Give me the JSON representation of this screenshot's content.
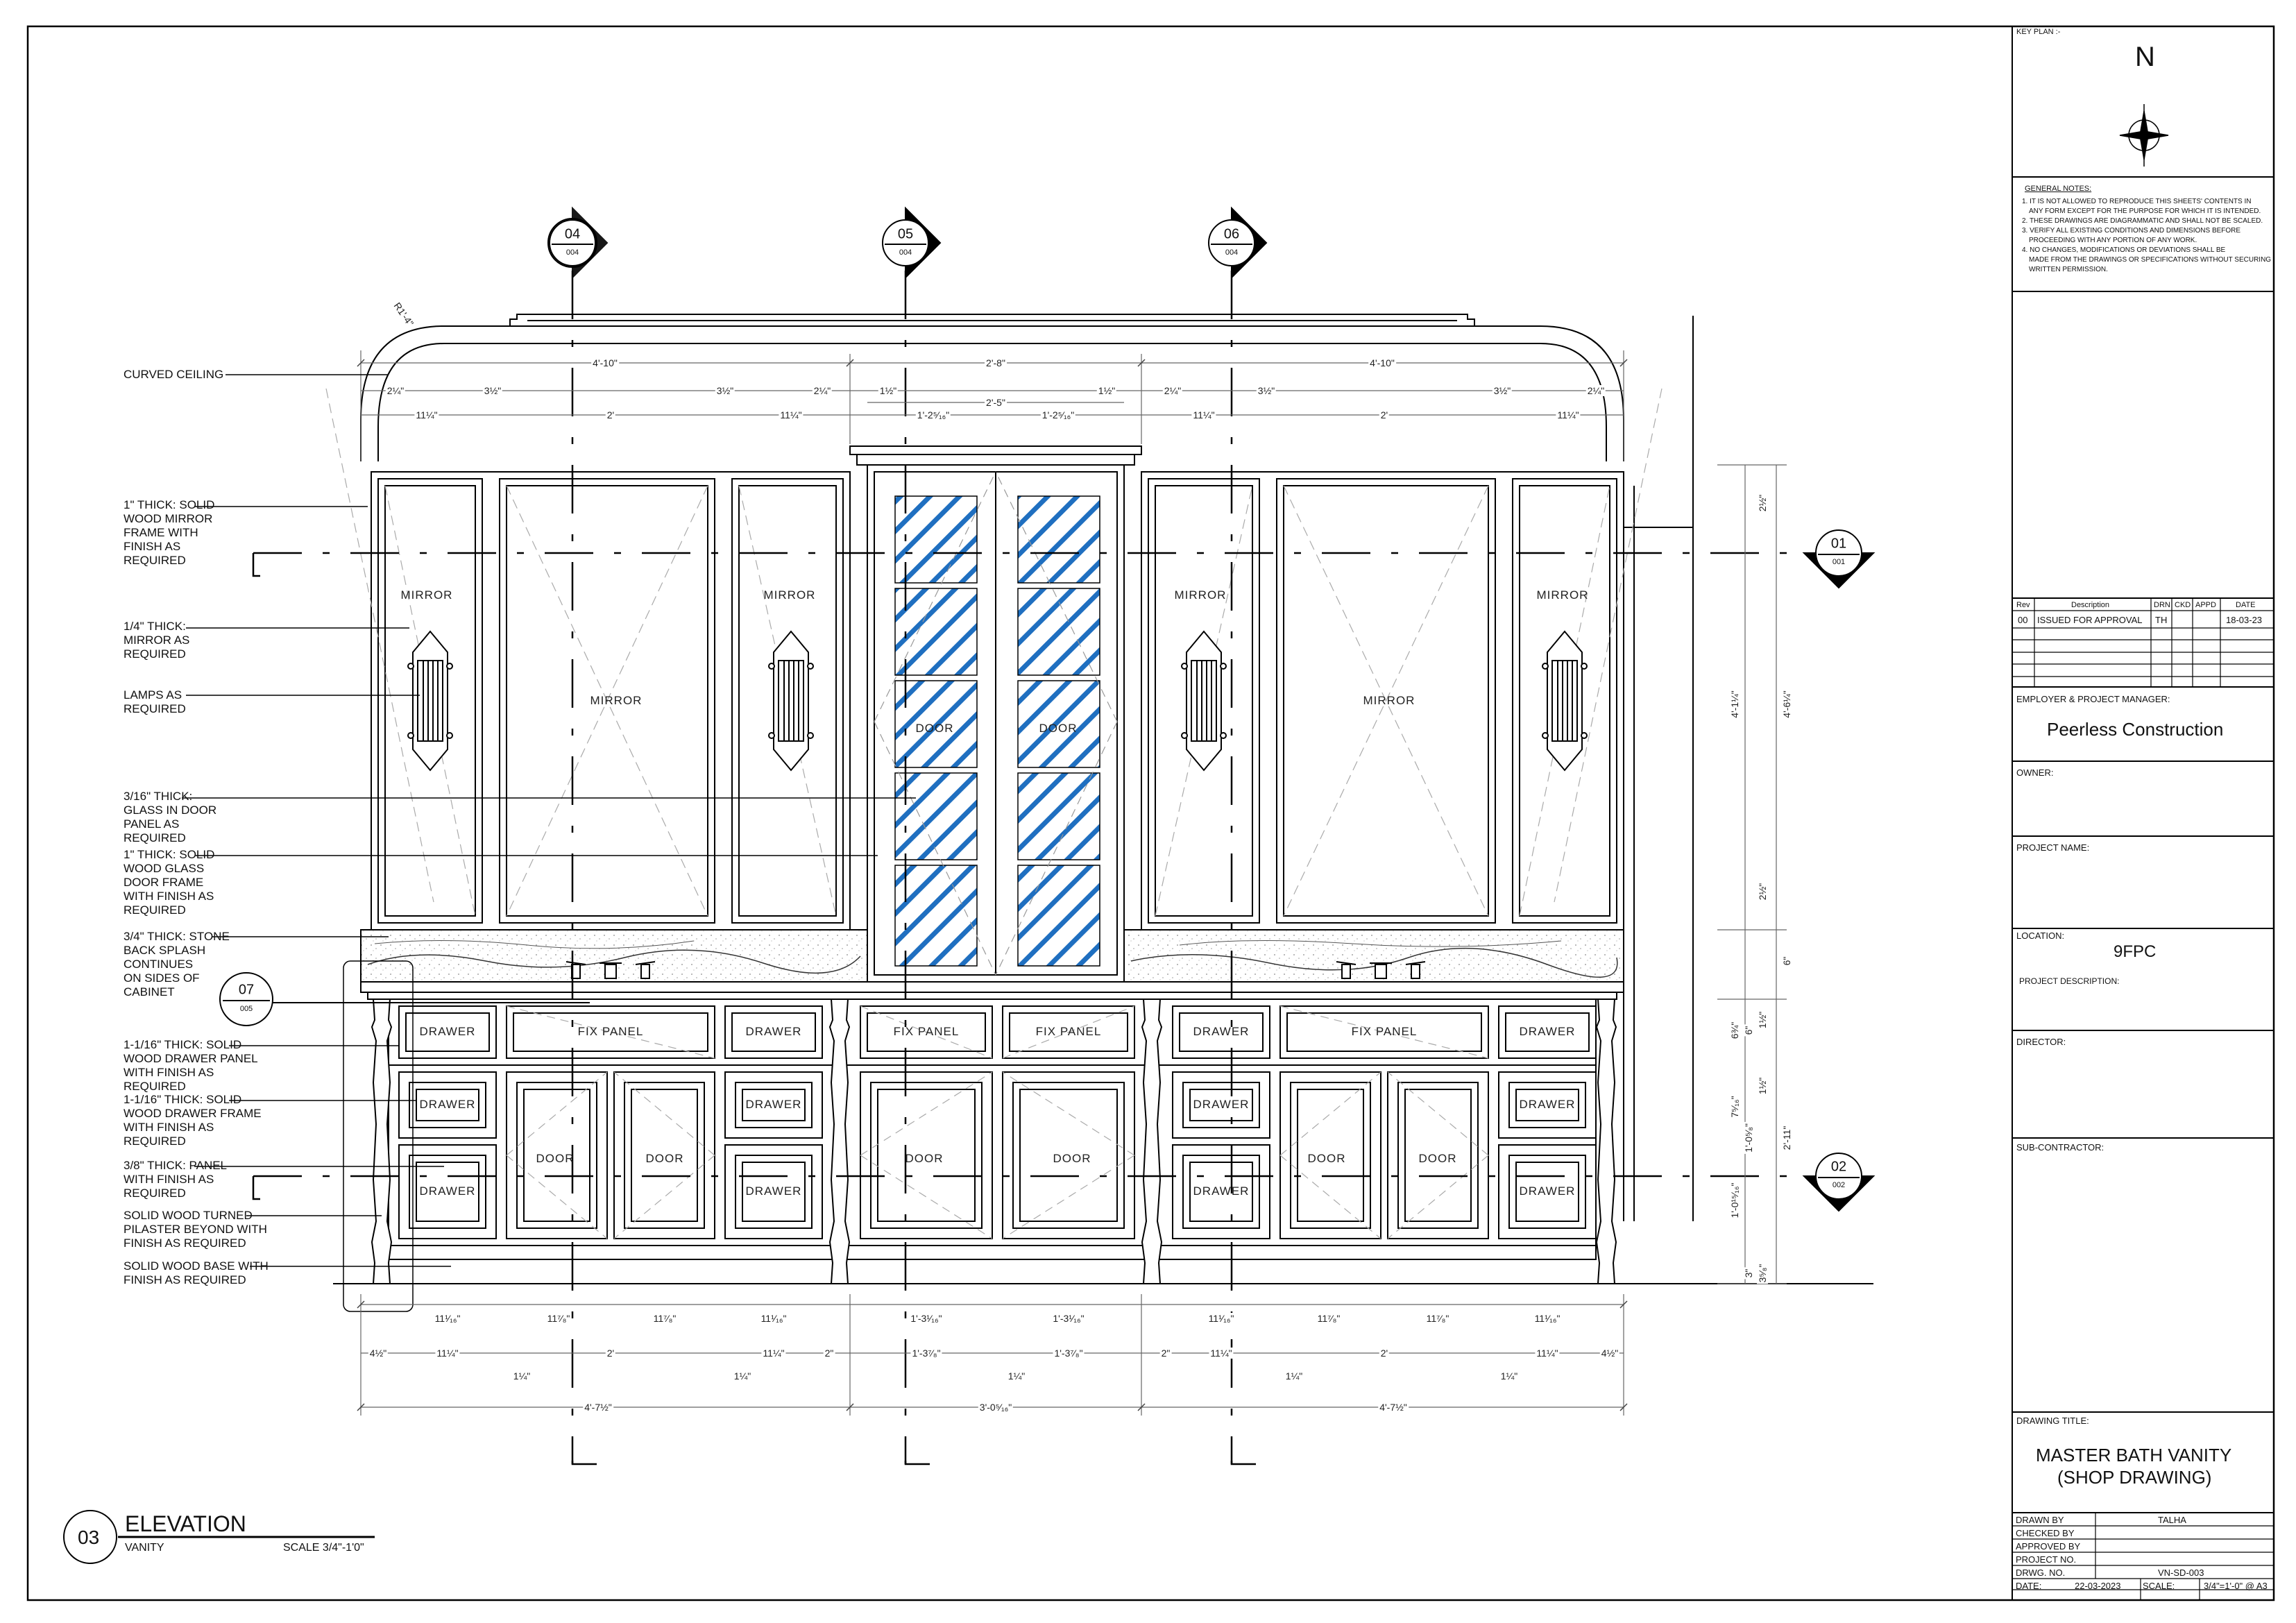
{
  "title_block": {
    "key_plan_label": "KEY PLAN :-",
    "north_label": "N",
    "general_notes_title": "GENERAL NOTES:",
    "general_notes": [
      "1. IT IS NOT ALLOWED TO REPRODUCE THIS SHEETS' CONTENTS IN",
      "ANY FORM EXCEPT FOR THE PURPOSE FOR WHICH IT IS INTENDED.",
      "2. THESE DRAWINGS ARE DIAGRAMMATIC AND SHALL NOT BE SCALED.",
      "3. VERIFY ALL EXISTING CONDITIONS AND DIMENSIONS BEFORE",
      "PROCEEDING WITH ANY PORTION OF ANY WORK.",
      "4. NO CHANGES, MODIFICATIONS OR DEVIATIONS SHALL BE",
      "MADE FROM THE DRAWINGS OR SPECIFICATIONS WITHOUT SECURING",
      "WRITTEN PERMISSION."
    ],
    "revision_headers": [
      "Rev",
      "Description",
      "DRN",
      "CKD",
      "APPD",
      "DATE"
    ],
    "revision_rows": [
      [
        "00",
        "ISSUED FOR APPROVAL",
        "TH",
        "",
        "",
        "18-03-23"
      ]
    ],
    "employer_label": "EMPLOYER & PROJECT MANAGER:",
    "employer_value": "Peerless Construction",
    "owner_label": "OWNER:",
    "project_name_label": "PROJECT NAME:",
    "location_label": "LOCATION:",
    "location_value": "9FPC",
    "project_description_label": "PROJECT DESCRIPTION:",
    "director_label": "DIRECTOR:",
    "subcontractor_label": "SUB-CONTRACTOR:",
    "drawing_title_label": "DRAWING TITLE:",
    "drawing_title_line1": "MASTER BATH VANITY",
    "drawing_title_line2": "(SHOP DRAWING)",
    "drawn_by_label": "DRAWN BY",
    "drawn_by_value": "TALHA",
    "checked_by_label": "CHECKED BY",
    "approved_by_label": "APPROVED BY",
    "project_no_label": "PROJECT NO.",
    "drwg_no_label": "DRWG. NO.",
    "drwg_no_value": "VN-SD-003",
    "date_label": "DATE:",
    "date_value": "22-03-2023",
    "scale_label": "SCALE:",
    "scale_value": "3/4\"=1'-0\" @ A3"
  },
  "drawing": {
    "callout_number": "03",
    "title": "ELEVATION",
    "subtitle": "VANITY",
    "scale": "SCALE 3/4\"-1'0\"",
    "section_markers": [
      {
        "num": "04",
        "ref": "004"
      },
      {
        "num": "05",
        "ref": "004"
      },
      {
        "num": "06",
        "ref": "004"
      },
      {
        "num": "01",
        "ref": "001"
      },
      {
        "num": "02",
        "ref": "002"
      },
      {
        "num": "07",
        "ref": "005"
      }
    ],
    "notes": [
      "CURVED CEILING",
      "1\" THICK: SOLID\nWOOD MIRROR\nFRAME WITH\nFINISH AS\nREQUIRED",
      "1/4\" THICK:\nMIRROR AS\nREQUIRED",
      "LAMPS AS\nREQUIRED",
      "3/16\" THICK:\nGLASS IN DOOR\nPANEL AS\nREQUIRED",
      "1\" THICK: SOLID\nWOOD GLASS\nDOOR FRAME\nWITH FINISH AS\nREQUIRED",
      "3/4\" THICK: STONE\nBACK SPLASH\nCONTINUES\nON SIDES OF\nCABINET",
      "1-1/16\" THICK: SOLID\nWOOD DRAWER PANEL\nWITH FINISH AS\nREQUIRED",
      "1-1/16\" THICK: SOLID\nWOOD DRAWER FRAME\nWITH FINISH AS\nREQUIRED",
      "3/8\" THICK: PANEL\nWITH FINISH AS\nREQUIRED",
      "SOLID WOOD TURNED\nPILASTER BEYOND WITH\nFINISH AS REQUIRED",
      "SOLID WOOD BASE WITH\nFINISH AS REQUIRED"
    ],
    "labels": {
      "mirror": "MIRROR",
      "door": "DOOR",
      "drawer": "DRAWER",
      "fix_panel": "FIX PANEL"
    },
    "top_dims": {
      "radius": "R1'-4\"",
      "overall_left": "4'-10\"",
      "overall_mid": "2'-8\"",
      "overall_right": "4'-10\"",
      "mid_inner": "2'-5\"",
      "a": "2¼\"",
      "b": "3½\"",
      "c": "11¼\"",
      "d": "2'",
      "e": "1½\"",
      "f": "1'-2⁵⁄₁₆\""
    },
    "bottom_dims": {
      "row1": [
        "11¹⁄₁₆\"",
        "11⁷⁄₈\"",
        "11⁷⁄₈\"",
        "11¹⁄₁₆\"",
        "1'-3¹⁄₁₆\"",
        "1'-3¹⁄₁₆\"",
        "11¹⁄₁₆\"",
        "11⁷⁄₈\"",
        "11⁷⁄₈\"",
        "11¹⁄₁₆\""
      ],
      "row2": [
        "4½\"",
        "11¼\"",
        "2'",
        "11¼\"",
        "2\"",
        "1'-3⁷⁄₈\"",
        "1'-3⁷⁄₈\"",
        "2\"",
        "11¼\"",
        "2'",
        "11¼\"",
        "4½\""
      ],
      "row3": "1¼\"",
      "overall": [
        "4'-7½\"",
        "3'-0⁵⁄₁₆\"",
        "4'-7½\""
      ]
    },
    "side_dims": {
      "a": "2½\"",
      "b": "4'-1¼\"",
      "c": "4'-6¼\"",
      "d": "2½\"",
      "e": "6\"",
      "f": "1½\"",
      "g": "6¾\"",
      "h": "6\"",
      "i": "1½\"",
      "j": "7⁵⁄₁₆\"",
      "k": "1'-0⁵⁄₈\"",
      "l": "2'-11\"",
      "m": "1'-0¹⁵⁄₁₆\"",
      "n": "3\"",
      "o": "3⁵⁄₈\""
    }
  }
}
